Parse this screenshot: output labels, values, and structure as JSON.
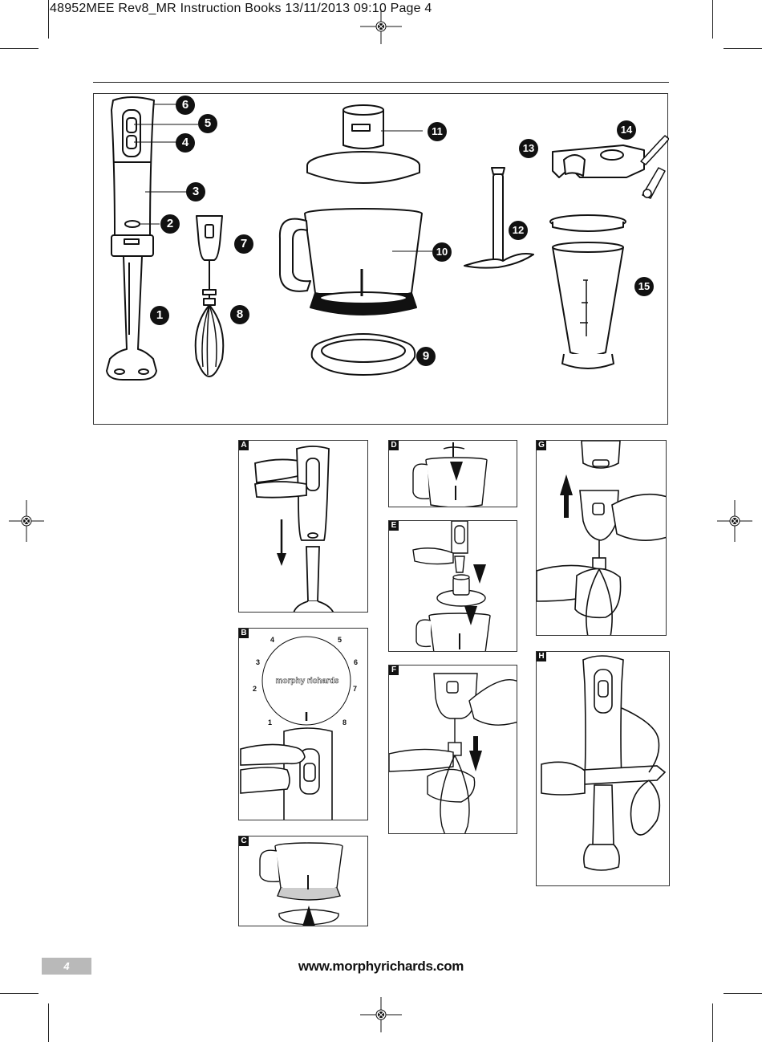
{
  "header": {
    "text": "48952MEE Rev8_MR Instruction Books  13/11/2013  09:10  Page 4"
  },
  "parts": {
    "p1": "1",
    "p2": "2",
    "p3": "3",
    "p4": "4",
    "p5": "5",
    "p6": "6",
    "p7": "7",
    "p8": "8",
    "p9": "9",
    "p10": "10",
    "p11": "11",
    "p12": "12",
    "p13": "13",
    "p14": "14",
    "p15": "15"
  },
  "panels": {
    "a": "A",
    "b": "B",
    "c": "C",
    "d": "D",
    "e": "E",
    "f": "F",
    "g": "G",
    "h": "H"
  },
  "dial": {
    "n1": "1",
    "n2": "2",
    "n3": "3",
    "n4": "4",
    "n5": "5",
    "n6": "6",
    "n7": "7",
    "n8": "8",
    "brand": "morphy richards"
  },
  "footer": {
    "page_number": "4",
    "url": "www.morphyrichards.com"
  }
}
